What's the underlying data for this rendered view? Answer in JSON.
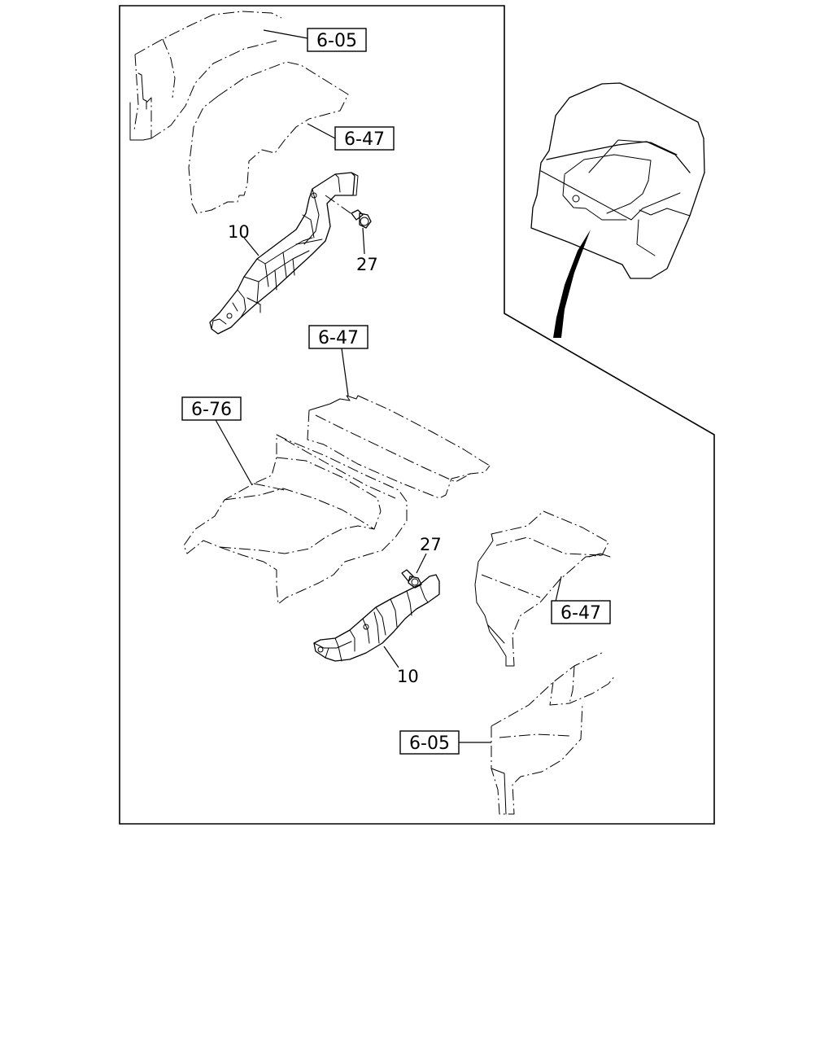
{
  "references": {
    "ref_top_605": "6-05",
    "ref_top_647": "6-47",
    "ref_mid_647": "6-47",
    "ref_676": "6-76",
    "ref_right_647": "6-47",
    "ref_bottom_605": "6-05"
  },
  "part_numbers": {
    "part_top_10": "10",
    "part_top_27": "27",
    "part_bottom_27": "27",
    "part_bottom_10": "10"
  }
}
